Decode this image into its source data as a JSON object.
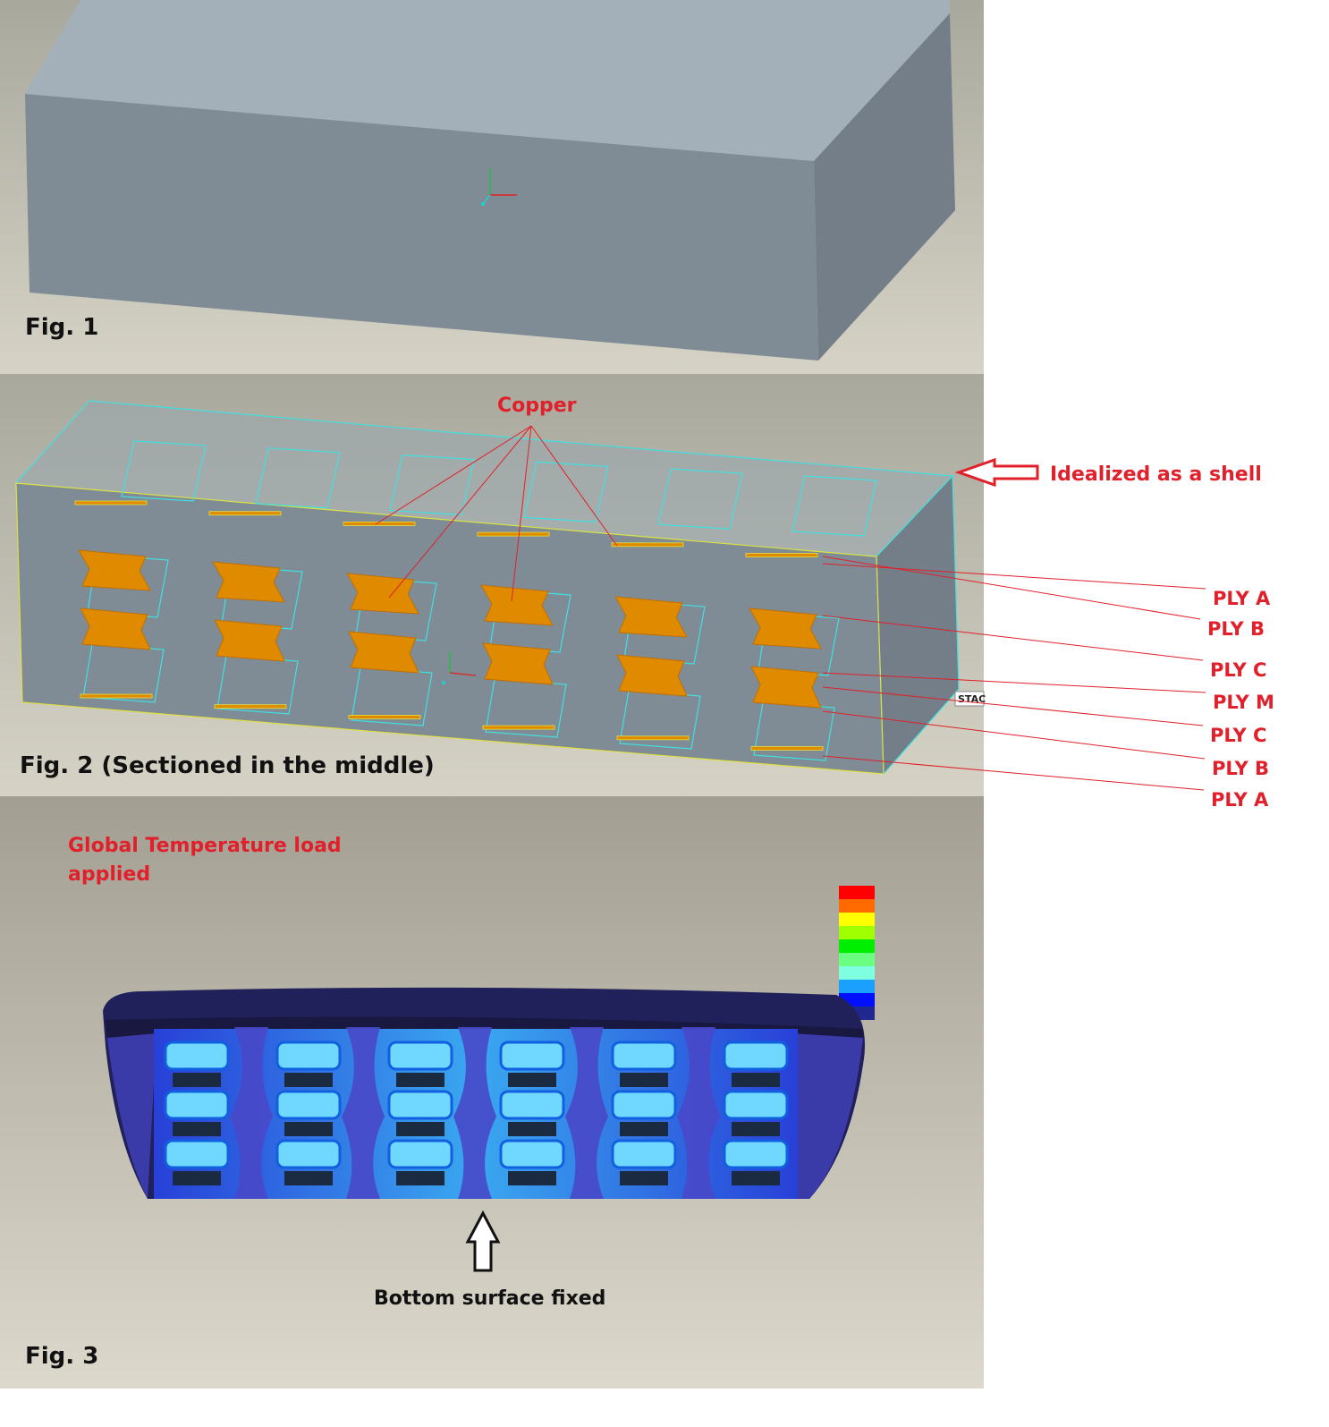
{
  "fig1": {
    "caption": "Fig. 1"
  },
  "fig2": {
    "caption": "Fig. 2  (Sectioned in the middle)",
    "copper_label": "Copper",
    "shell_label": "Idealized as a shell",
    "stack_tag": "STAC",
    "plies": [
      "PLY A",
      "PLY B",
      "PLY C",
      "PLY M",
      "PLY C",
      "PLY B",
      "PLY A"
    ]
  },
  "fig3": {
    "caption": "Fig. 3",
    "load_label_line1": "Global Temperature load",
    "load_label_line2": "applied",
    "fixed_label": "Bottom surface fixed",
    "legend_colors": [
      "#ff0000",
      "#ff6a00",
      "#ffff00",
      "#a0ff00",
      "#00ee00",
      "#6aff80",
      "#80ffe0",
      "#1aa0ff",
      "#0010ff",
      "#202890"
    ]
  }
}
